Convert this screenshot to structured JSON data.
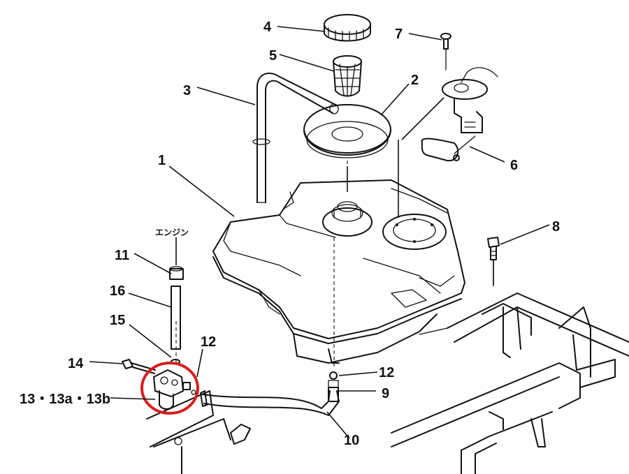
{
  "callouts": {
    "c1": "1",
    "c2": "2",
    "c3": "3",
    "c4": "4",
    "c5": "5",
    "c6": "6",
    "c7": "7",
    "c8": "8",
    "c9": "9",
    "c10": "10",
    "c11": "11",
    "c12a": "12",
    "c12b": "12",
    "c13": "13・13a・13b",
    "c14": "14",
    "c15": "15",
    "c16": "16"
  },
  "notes": {
    "engine": "エンジン"
  },
  "colors": {
    "line": "#111111",
    "highlight": "#d81e1e",
    "background": "#ffffff"
  }
}
